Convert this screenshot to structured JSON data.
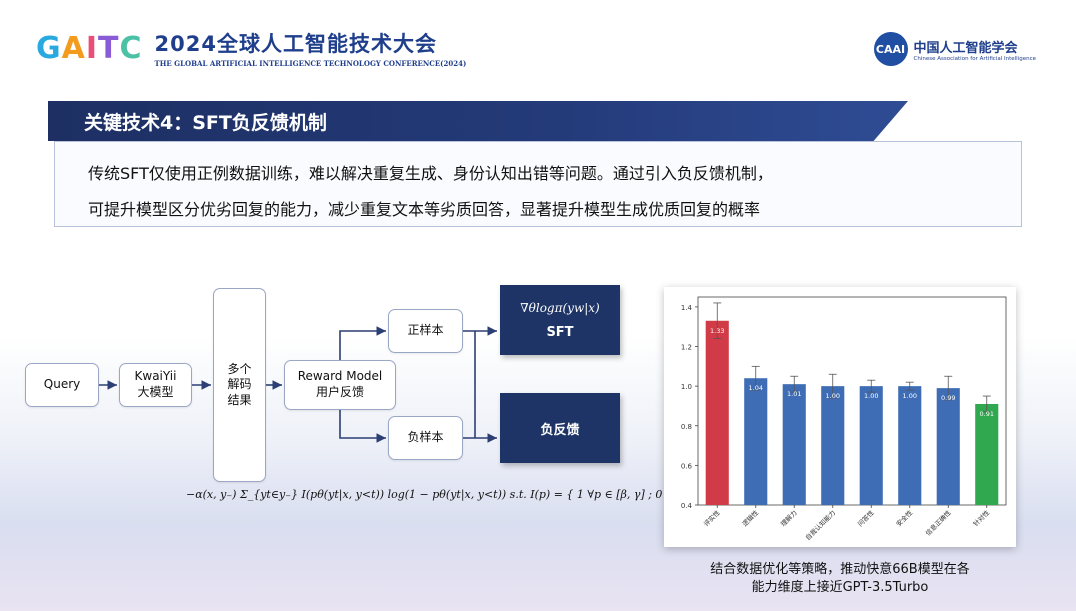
{
  "header": {
    "brand_letters": [
      "G",
      "A",
      "I",
      "T",
      "C"
    ],
    "conference_title": "2024全球人工智能技术大会",
    "conference_subtitle": "THE GLOBAL ARTIFICIAL INTELLIGENCE TECHNOLOGY CONFERENCE(2024)",
    "org_logo_text": "CAAI",
    "org_name": "中国人工智能学会",
    "org_name_en": "Chinese Association for Artificial Intelligence"
  },
  "section": {
    "title": "关键技术4：SFT负反馈机制",
    "description_lines": [
      "传统SFT仅使用正例数据训练，难以解决重复生成、身份认知出错等问题。通过引入负反馈机制，",
      "可提升模型区分优劣回复的能力，减少重复文本等劣质回答，显著提升模型生成优质回复的概率"
    ]
  },
  "diagram": {
    "query": "Query",
    "model_line1": "KwaiYii",
    "model_line2": "大模型",
    "results_line1": "多个",
    "results_line2": "解码",
    "results_line3": "结果",
    "reward_line1": "Reward Model",
    "reward_line2": "用户反馈",
    "positive": "正样本",
    "negative": "负样本",
    "sft_formula": "∇θlogπ(yw|x)",
    "sft_label": "SFT",
    "neg_feedback": "负反馈",
    "loss_formula": "−α(x, y₋) Σ_{yt∈y₋} I(pθ(yt|x, y<t)) log(1 − pθ(yt|x, y<t))   s.t.   I(p) = { 1 ∀p ∈ [β, γ] ; 0 }"
  },
  "chart_data": {
    "type": "bar",
    "categories": [
      "评实性",
      "逻辑性",
      "理解力",
      "自我认知能力",
      "问答性",
      "安全性",
      "信息正确性",
      "针对性"
    ],
    "values": [
      1.33,
      1.04,
      1.01,
      1.0,
      1.0,
      1.0,
      0.99,
      0.91
    ],
    "value_labels": [
      "1.33",
      "1.04",
      "1.01",
      "1.00",
      "1.00",
      "1.00",
      "0.99",
      "0.91"
    ],
    "error_upper": [
      1.42,
      1.1,
      1.05,
      1.06,
      1.03,
      1.02,
      1.05,
      0.95
    ],
    "error_lower": [
      1.24,
      0.98,
      0.97,
      0.94,
      0.97,
      0.98,
      0.93,
      0.87
    ],
    "bar_colors": [
      "#d13b47",
      "#3e6db5",
      "#3e6db5",
      "#3e6db5",
      "#3e6db5",
      "#3e6db5",
      "#3e6db5",
      "#2fa84f"
    ],
    "ylim": [
      0.4,
      1.45
    ],
    "yticks": [
      "0.4",
      "0.6",
      "0.8",
      "1.0",
      "1.2",
      "1.4"
    ],
    "ytick_values": [
      0.4,
      0.6,
      0.8,
      1.0,
      1.2,
      1.4
    ],
    "grid": false,
    "title": "",
    "xlabel": "",
    "ylabel": ""
  },
  "caption": {
    "line1": "结合数据优化等策略，推动快意66B模型在各",
    "line2": "能力维度上接近GPT-3.5Turbo"
  }
}
